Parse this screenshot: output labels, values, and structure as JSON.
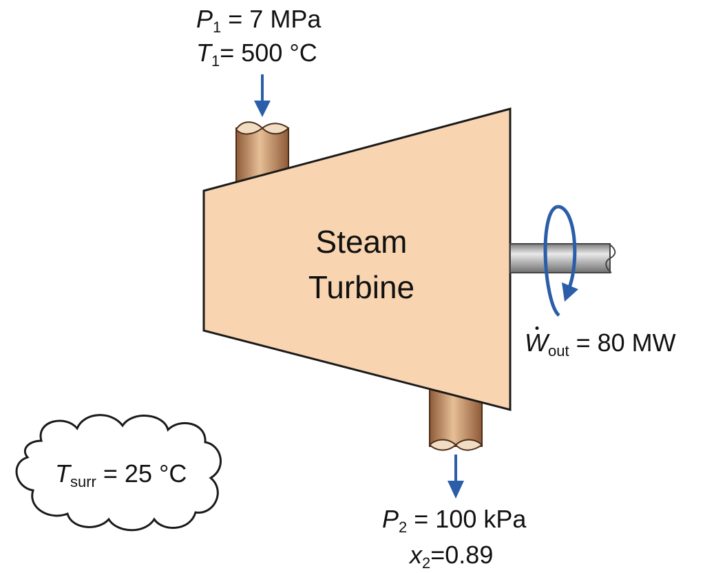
{
  "inlet": {
    "pressure": {
      "symbol": "P",
      "subscript": "1",
      "value": "= 7 MPa"
    },
    "temperature": {
      "symbol": "T",
      "subscript": "1",
      "value": "= 500 °C"
    }
  },
  "turbine": {
    "line1": "Steam",
    "line2": "Turbine"
  },
  "work": {
    "symbol": "W",
    "subscript": "out",
    "value": "= 80 MW"
  },
  "outlet": {
    "pressure": {
      "symbol": "P",
      "subscript": "2",
      "value": "= 100 kPa"
    },
    "quality": {
      "symbol": "x",
      "subscript": "2",
      "value": "=0.89"
    }
  },
  "surroundings": {
    "symbol": "T",
    "subscript": "surr",
    "value": "= 25 °C"
  },
  "colors": {
    "turbine_fill": "#f8d5b0",
    "pipe": "#c08a60",
    "arrow": "#2a5ea8",
    "shaft": "#a8a8a8"
  },
  "icons": [
    "inlet-arrow-icon",
    "outlet-arrow-icon",
    "rotation-arrow-icon",
    "cloud-icon"
  ]
}
